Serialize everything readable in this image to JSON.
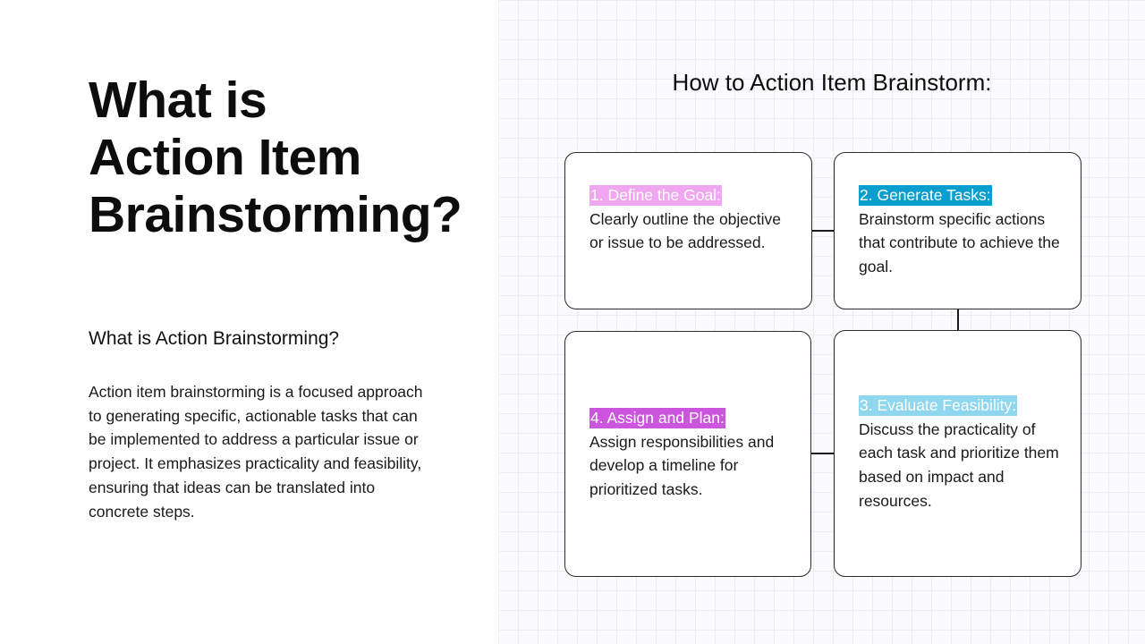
{
  "left": {
    "title_lines": [
      "What is",
      "Action Item",
      "Brainstorming?"
    ],
    "subheading": "What is Action Brainstorming?",
    "body": "Action item brainstorming is a focused approach to generating specific, actionable tasks that can be implemented to address a particular issue or project. It emphasizes practicality and feasibility, ensuring that ideas can be translated into concrete steps."
  },
  "diagram": {
    "title": "How to Action Item Brainstorm:",
    "steps": [
      {
        "title": "1. Define the Goal:",
        "description": "Clearly outline the objective or issue to be addressed.",
        "highlight_color": "#f0a6f0"
      },
      {
        "title": "2. Generate Tasks:",
        "description": "Brainstorm specific actions that contribute to achieve the goal.",
        "highlight_color": "#0a9ecf"
      },
      {
        "title": "3. Evaluate Feasibility:",
        "description": "Discuss the practicality of each task and prioritize them based on impact and resources.",
        "highlight_color": "#8fd6ef"
      },
      {
        "title": "4. Assign and Plan:",
        "description": "Assign responsibilities and develop a timeline for prioritized tasks.",
        "highlight_color": "#cc55dd"
      }
    ]
  }
}
